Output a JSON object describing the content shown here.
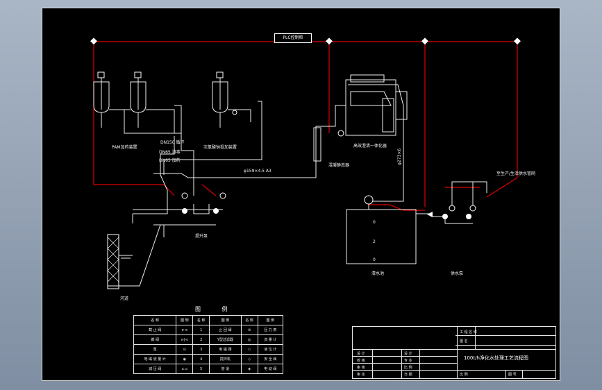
{
  "drawing": {
    "plc_label": "PLC控制柜",
    "labels": {
      "pam_tank": "PAM加药装置",
      "disinfect_tank": "次氯酸钠投加装置",
      "mixer": "混凝静态器",
      "clarifier": "高效澄清一体化器",
      "pipe_main": "DN150  循环",
      "pipe_b": "DN65  消毒",
      "pipe_c": "DN65  加药",
      "pipe_dim": "φ159×4.5  A3",
      "pipe_vertical": "φ273×6",
      "lift_pump": "提升泵",
      "river": "河道",
      "clear_pool": "清水池",
      "supply_pump": "供水泵",
      "outlet": "至生产/生活供水管网",
      "level_top": "0",
      "level_mid": "2",
      "level_bot": "0"
    }
  },
  "legend": {
    "title": "图 例",
    "header": [
      "名 称",
      "图 例",
      "名 称",
      "图 例",
      "名 称",
      "图 例"
    ],
    "rows": [
      [
        "截 止 阀",
        "⊳⊲",
        "1",
        "止 回 阀",
        "⊘",
        "压 力 表"
      ],
      [
        "蝶 阀",
        "⊳|⊲",
        "2",
        "Y型过滤器",
        "◎",
        "流 量 计"
      ],
      [
        "泵",
        "⊙",
        "3",
        "电 磁 阀",
        "▭",
        "液 位 计"
      ],
      [
        "电 磁 流 量 计",
        "◉",
        "4",
        "搅拌机",
        "◇",
        "安 全 阀"
      ],
      [
        "减 压 阀",
        "⊏⊐",
        "5",
        "管 道",
        "◈",
        "电 动 阀"
      ]
    ]
  },
  "titleblock": {
    "title": "100t/h净化水处理工艺流程图",
    "cells": {
      "r1": "工 程 名 称",
      "r2": "图 名",
      "design": "设 计",
      "check": "校 核",
      "audit": "审 核",
      "approve": "审 定",
      "scale": "比 例",
      "date": "日 期",
      "drawing_no": "图 号",
      "a": "设 计",
      "b": "专 业",
      "c": "比 例"
    }
  }
}
